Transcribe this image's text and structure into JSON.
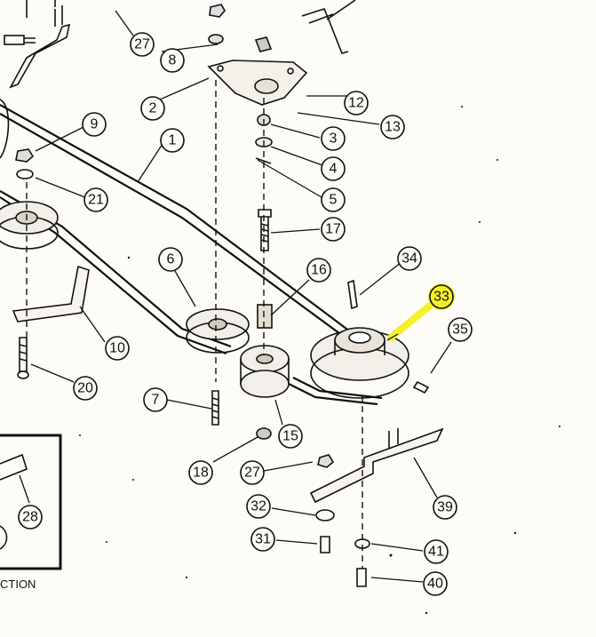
{
  "diagram": {
    "callouts": [
      {
        "id": "c27a",
        "label": "27"
      },
      {
        "id": "c8",
        "label": "8"
      },
      {
        "id": "c2",
        "label": "2"
      },
      {
        "id": "c12",
        "label": "12"
      },
      {
        "id": "c13",
        "label": "13"
      },
      {
        "id": "c3",
        "label": "3"
      },
      {
        "id": "c4",
        "label": "4"
      },
      {
        "id": "c5",
        "label": "5"
      },
      {
        "id": "c9",
        "label": "9"
      },
      {
        "id": "c1",
        "label": "1"
      },
      {
        "id": "c21",
        "label": "21"
      },
      {
        "id": "c17",
        "label": "17"
      },
      {
        "id": "c34",
        "label": "34"
      },
      {
        "id": "c33",
        "label": "33",
        "highlight": true
      },
      {
        "id": "c35",
        "label": "35"
      },
      {
        "id": "c6",
        "label": "6"
      },
      {
        "id": "c16",
        "label": "16"
      },
      {
        "id": "c10",
        "label": "10"
      },
      {
        "id": "c20",
        "label": "20"
      },
      {
        "id": "c7",
        "label": "7"
      },
      {
        "id": "c15",
        "label": "15"
      },
      {
        "id": "c18",
        "label": "18"
      },
      {
        "id": "c27b",
        "label": "27"
      },
      {
        "id": "c39",
        "label": "39"
      },
      {
        "id": "c32",
        "label": "32"
      },
      {
        "id": "c31",
        "label": "31"
      },
      {
        "id": "c41",
        "label": "41"
      },
      {
        "id": "c40",
        "label": "40"
      },
      {
        "id": "c28",
        "label": "28"
      }
    ],
    "caption": "CTION",
    "highlight_color": "#f5f02a",
    "ink_color": "#111111"
  }
}
